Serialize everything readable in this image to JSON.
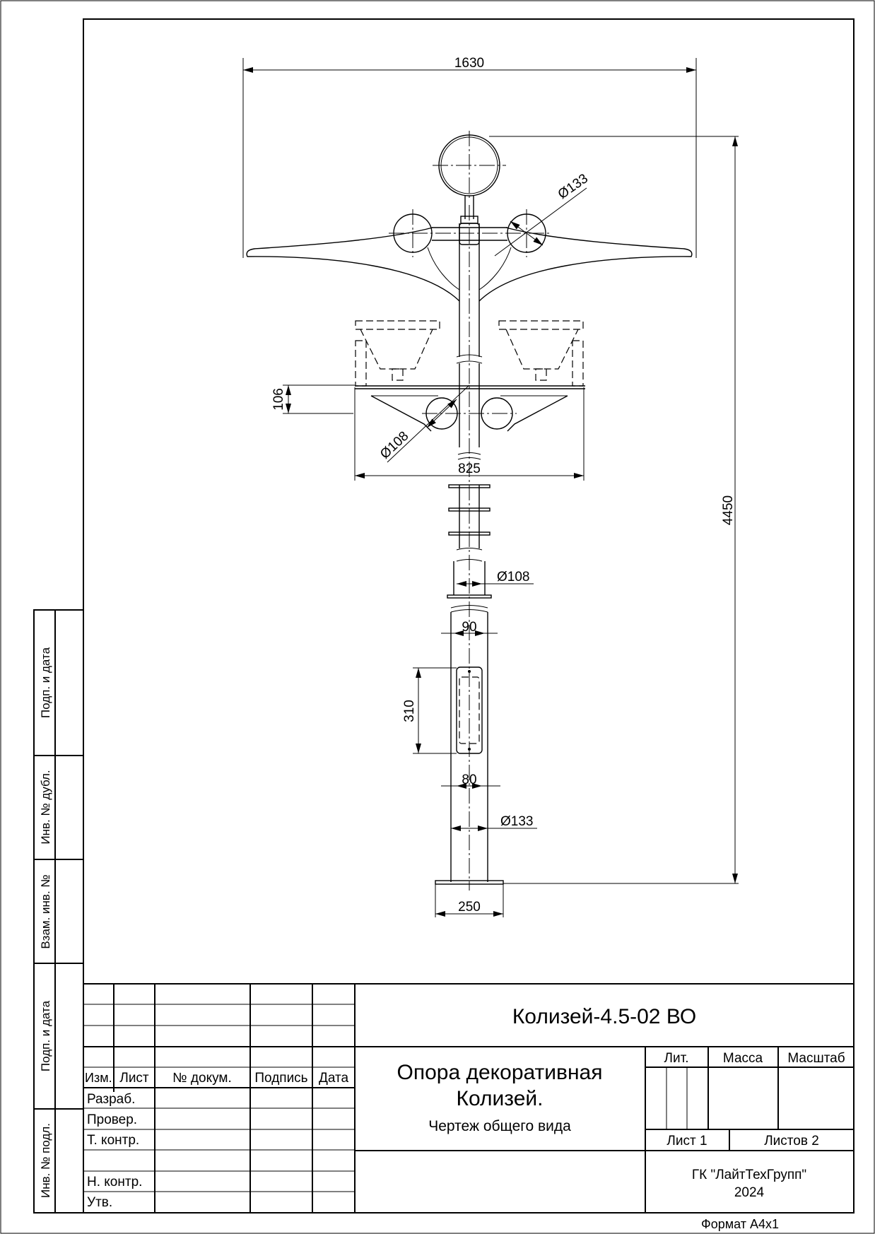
{
  "drawing": {
    "dim_width_top": "1630",
    "dim_height_total": "4450",
    "dim_lamp_dia": "Ø133",
    "dim_bracket_offset": "106",
    "dim_globe_dia": "Ø108",
    "dim_bracket_width": "825",
    "dim_pole_dia_top": "Ø108",
    "dim_hatch_width_top": "90",
    "dim_hatch_height": "310",
    "dim_hatch_width_bottom": "80",
    "dim_pole_dia_bottom": "Ø133",
    "dim_base_width": "250"
  },
  "side_stamp": {
    "sign_date_1": "Подп. и дата",
    "dup_inv": "Инв. № дубл.",
    "replace_inv": "Взам. инв. №",
    "sign_date_2": "Подп. и дата",
    "orig_inv": "Инв. № подл."
  },
  "title_block": {
    "designation": "Колизей-4.5-02 ВО",
    "title_line1": "Опора декоративная",
    "title_line2": "Колизей.",
    "doc_type": "Чертеж общего вида",
    "col_izm": "Изм.",
    "col_list": "Лист",
    "col_doc": "№ докум.",
    "col_sign": "Подпись",
    "col_date": "Дата",
    "row_developed": "Разраб.",
    "row_checked": "Провер.",
    "row_tech_control": "Т. контр.",
    "row_norm_control": "Н. контр.",
    "row_approved": "Утв.",
    "lit": "Лит.",
    "mass": "Масса",
    "scale": "Масштаб",
    "sheet": "Лист 1",
    "sheets": "Листов 2",
    "company": "ГК \"ЛайтТехГрупп\"",
    "year": "2024",
    "format": "Формат  А4х1"
  }
}
